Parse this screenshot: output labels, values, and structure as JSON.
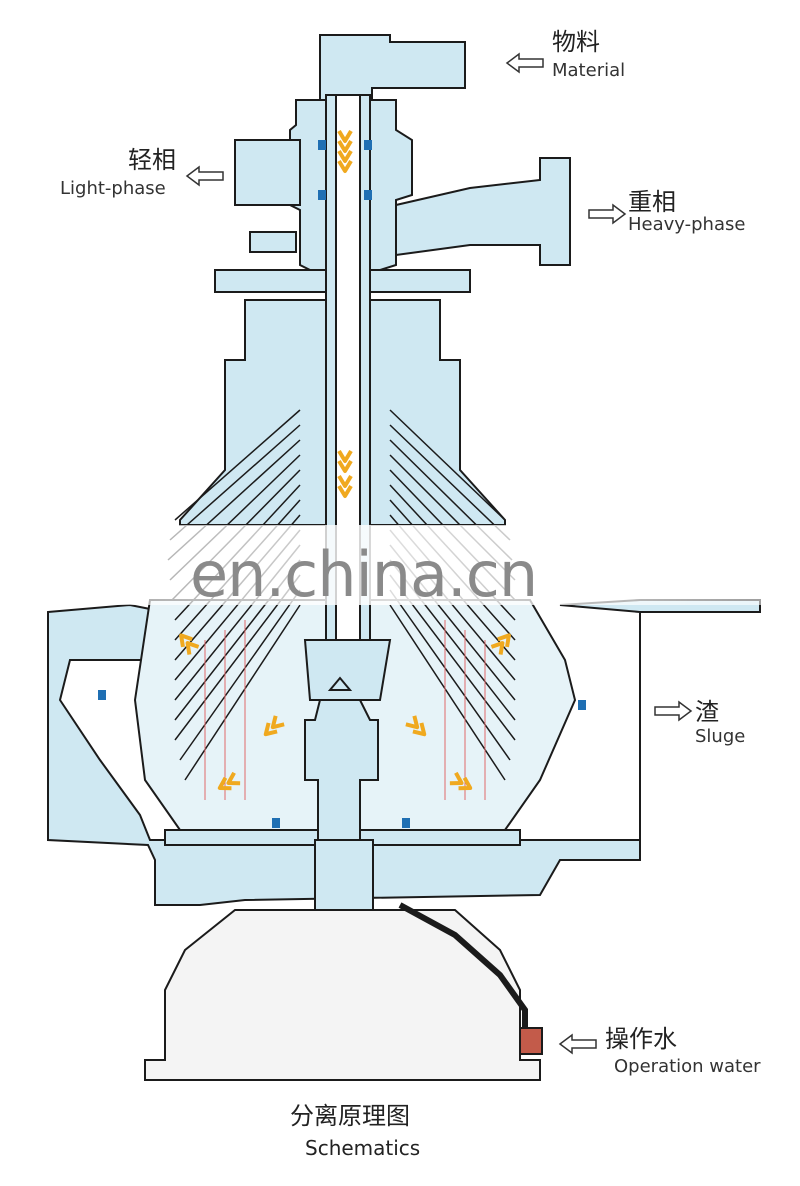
{
  "labels": {
    "material": {
      "zh": "物料",
      "en": "Material"
    },
    "light_phase": {
      "zh": "轻相",
      "en": "Light-phase"
    },
    "heavy_phase": {
      "zh": "重相",
      "en": "Heavy-phase"
    },
    "sludge": {
      "zh": "渣",
      "en": "Sluge"
    },
    "operation_water": {
      "zh": "操作水",
      "en": "Operation water"
    }
  },
  "caption": {
    "zh": "分离原理图",
    "en": "Schematics"
  },
  "watermark": "en.china.cn",
  "colors": {
    "body_fill": "#cfe8f2",
    "outline": "#1b1b1b",
    "flow_arrow": "#f0a91f",
    "seal": "#1f6fb3",
    "base": "#f4f4f4"
  }
}
